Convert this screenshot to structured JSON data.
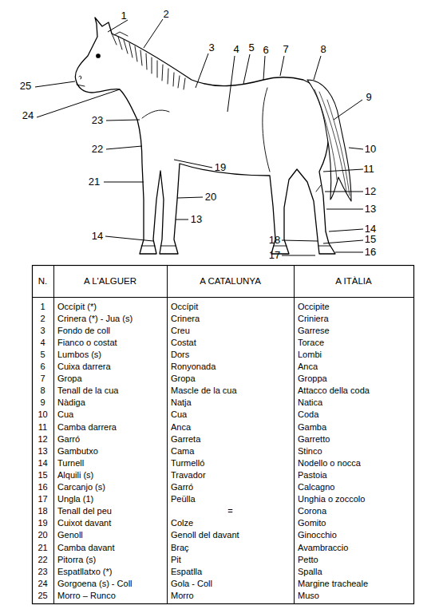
{
  "diagram": {
    "labels": [
      "1",
      "2",
      "3",
      "4",
      "5",
      "6",
      "7",
      "8",
      "9",
      "10",
      "11",
      "12",
      "13",
      "14",
      "15",
      "16",
      "17",
      "18",
      "19",
      "20",
      "13",
      "14",
      "21",
      "22",
      "23",
      "24",
      "25",
      "N.",
      "A L'ALGUER",
      "A CATALUNYA",
      "A ITÀLIA",
      "1",
      "Occípit (*)",
      "Occípit",
      "Occipite",
      "2",
      "Crinera (*) - Jua (s)",
      "Crinera",
      "Criniera",
      "3",
      "Fondo de coll",
      "Creu",
      "Garrese",
      "4",
      "Fianco o costat",
      "Costat",
      "Torace",
      "5",
      "Lumbos (s)",
      "Dors",
      "Lombi",
      "6",
      "Cuixa darrera",
      "Ronyonada",
      "Anca",
      "7",
      "Gropa",
      "Gropa",
      "Groppa",
      "8",
      "Tenall de la cua",
      "Mascle de la cua",
      "Attacco della coda",
      "9",
      "Nàdiga",
      "Natja",
      "Natica",
      "10",
      "Cua",
      "Cua",
      "Coda",
      "11",
      "Camba darrera",
      "Anca",
      "Gamba",
      "12",
      "Garró",
      "Garreta",
      "Garretto",
      "13",
      "Gambutxo",
      "Cama",
      "Stinco",
      "14",
      "Turnell",
      "Turmelló",
      "Nodello o nocca",
      "15",
      "Alquili (s)",
      "Travador",
      "Pastoia",
      "16",
      "Carcanjo (s)",
      "Garró",
      "Calcagno",
      "17",
      "Ungla (1)",
      "Peülla",
      "Unghia o zoccolo",
      "18",
      "Tenall del peu",
      "=",
      "Corona",
      "19",
      "Cuixot davant",
      "Colze",
      "Gomito",
      "20",
      "Genoll",
      "Genoll del davant",
      "Ginocchio",
      "21",
      "Camba davant",
      "Braç",
      "Avambraccio",
      "22",
      "Pitorra (s)",
      "Pit",
      "Petto",
      "23",
      "Espatllatxo (*)",
      "Espatlla",
      "Spalla",
      "24",
      "Gorgoena (s) - Coll",
      "Gola - Coll",
      "Margine tracheale",
      "25",
      "Morro – Runco",
      "Morro",
      "Muso"
    ]
  }
}
